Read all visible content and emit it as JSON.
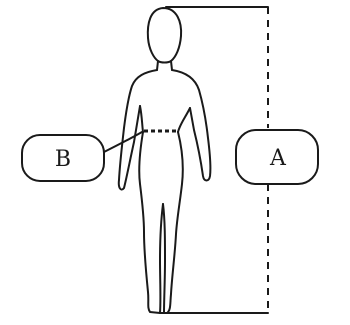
{
  "labels": {
    "a": "A",
    "b": "B"
  },
  "colors": {
    "stroke": "#1a1a1a",
    "background": "#ffffff"
  },
  "icons": {
    "figure": "human-body-outline",
    "measure_a": "height-measure-bracket",
    "measure_b": "waist-measure-line"
  }
}
